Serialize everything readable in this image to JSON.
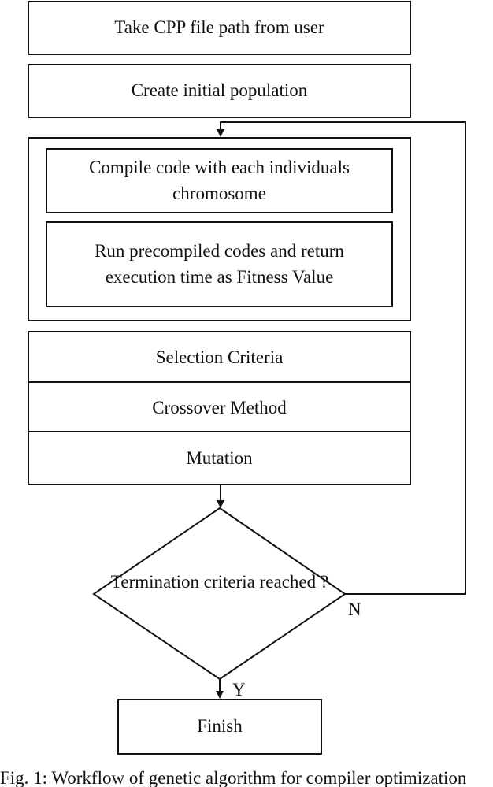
{
  "steps": {
    "take_path": "Take CPP file path from user",
    "initial_population": "Create initial population",
    "compile_code": "Compile code with each individuals chromosome",
    "run_codes": "Run precompiled codes and return execution time as Fitness Value",
    "selection": "Selection Criteria",
    "crossover": "Crossover Method",
    "mutation": "Mutation",
    "termination": "Termination criteria reached ?",
    "finish": "Finish"
  },
  "branches": {
    "no": "N",
    "yes": "Y"
  },
  "caption": "Fig. 1: Workflow of genetic algorithm for compiler optimization"
}
